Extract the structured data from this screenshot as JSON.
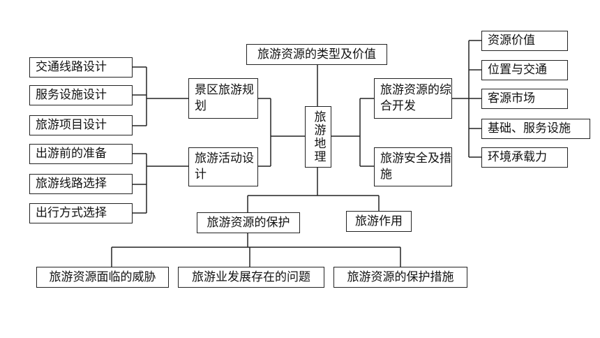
{
  "center": "旅游地理",
  "top": "旅游资源的类型及价值",
  "left_groups": [
    {
      "hub": "景区旅游规划",
      "items": [
        "交通线路设计",
        "服务设施设计",
        "旅游项目设计"
      ]
    },
    {
      "hub": "旅游活动设计",
      "items": [
        "出游前的准备",
        "旅游线路选择",
        "出行方式选择"
      ]
    }
  ],
  "right_groups": [
    {
      "hub": "旅游资源的综合开发",
      "items": [
        "资源价值",
        "位置与交通",
        "客源市场",
        "基础、服务设施",
        "环境承载力"
      ]
    },
    {
      "hub": "旅游安全及措施",
      "items": []
    }
  ],
  "bottom": {
    "protection": "旅游资源的保护",
    "role": "旅游作用",
    "sub": [
      "旅游资源面临的威胁",
      "旅游业发展存在的问题",
      "旅游资源的保护措施"
    ]
  }
}
